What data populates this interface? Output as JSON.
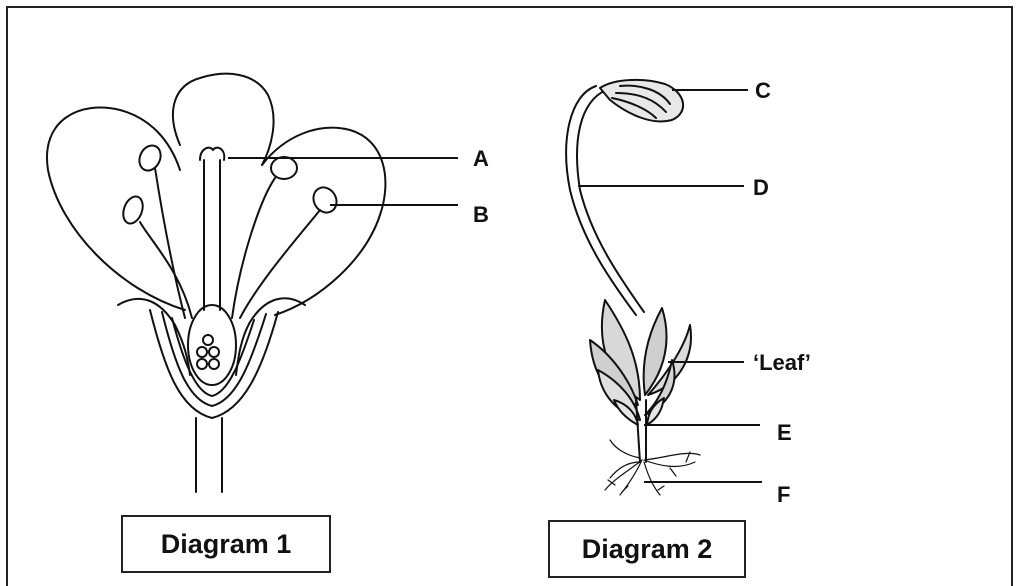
{
  "diagram1": {
    "caption": "Diagram 1",
    "labels": {
      "a": "A",
      "b": "B"
    }
  },
  "diagram2": {
    "caption": "Diagram 2",
    "labels": {
      "c": "C",
      "d": "D",
      "leaf": "‘Leaf’",
      "e": "E",
      "f": "F"
    }
  }
}
